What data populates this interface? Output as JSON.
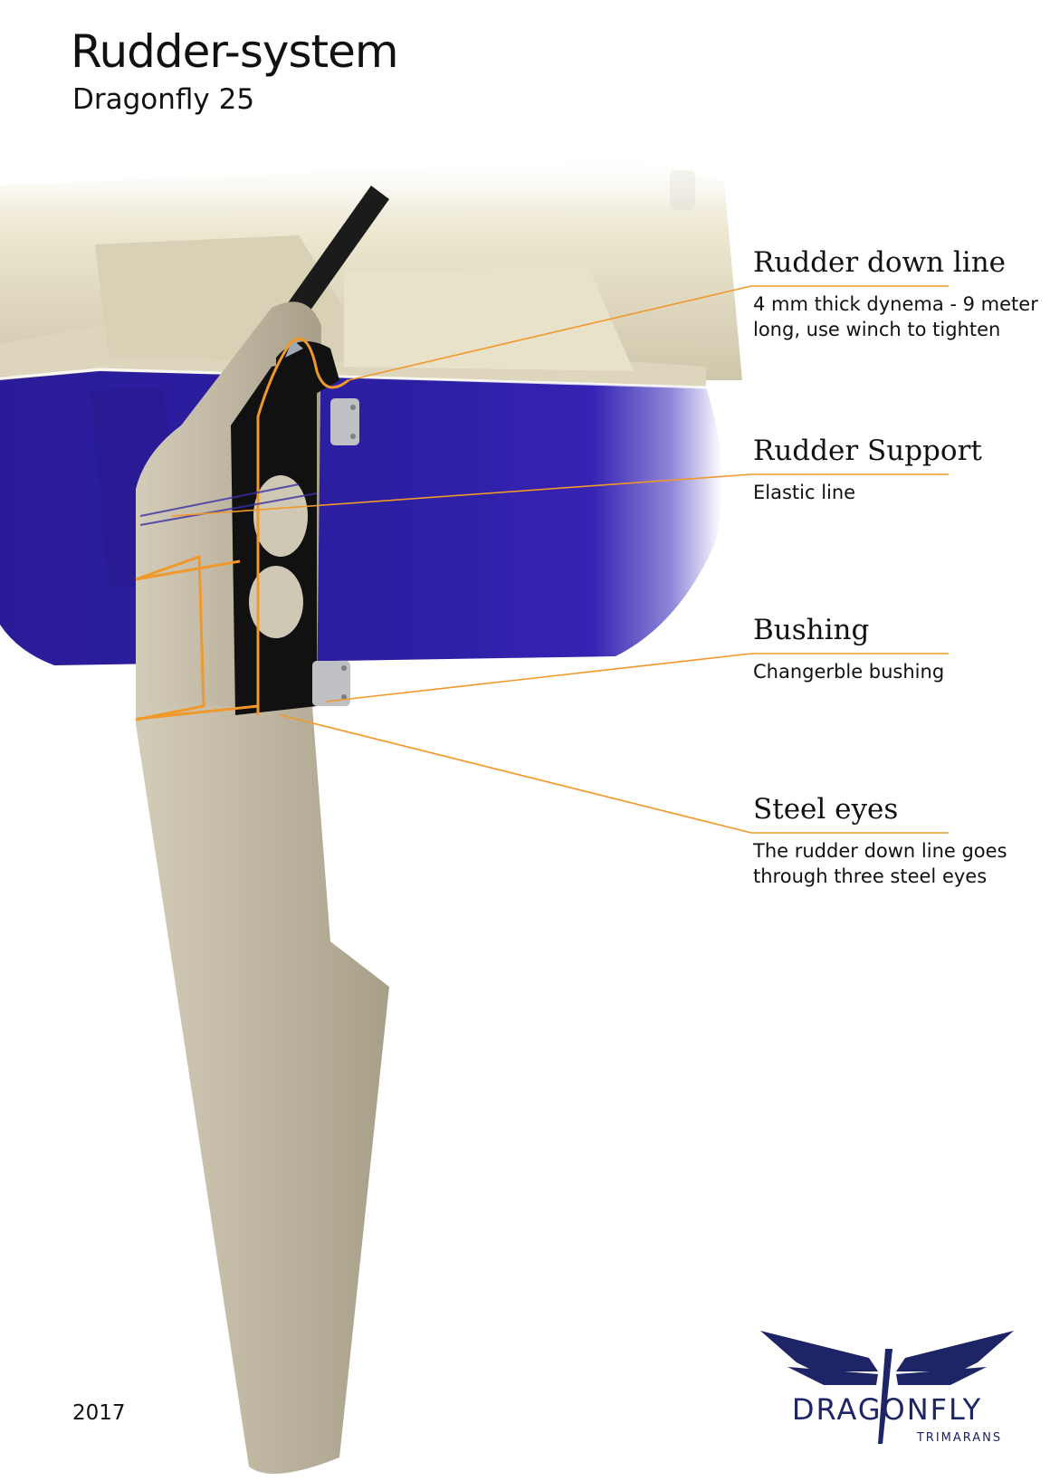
{
  "header": {
    "title": "Rudder-system",
    "subtitle": "Dragonfly 25"
  },
  "callouts": [
    {
      "heading": "Rudder down line",
      "description": "4 mm thick dynema - 9 meter long, use winch to tighten"
    },
    {
      "heading": "Rudder Support",
      "description": "Elastic line"
    },
    {
      "heading": "Bushing",
      "description": "Changerble bushing"
    },
    {
      "heading": "Steel eyes",
      "description": "The rudder down line goes through three steel eyes"
    }
  ],
  "footer": {
    "year": "2017"
  },
  "logo": {
    "name": "DRAGONFLY",
    "tagline": "TRIMARANS"
  },
  "colors": {
    "hull": "#2b1d9b",
    "rudder": "#c3baa6",
    "deck": "#e6e0c8",
    "leader": "#f0982a",
    "bracket": "#111111",
    "logo": "#1e2566"
  }
}
